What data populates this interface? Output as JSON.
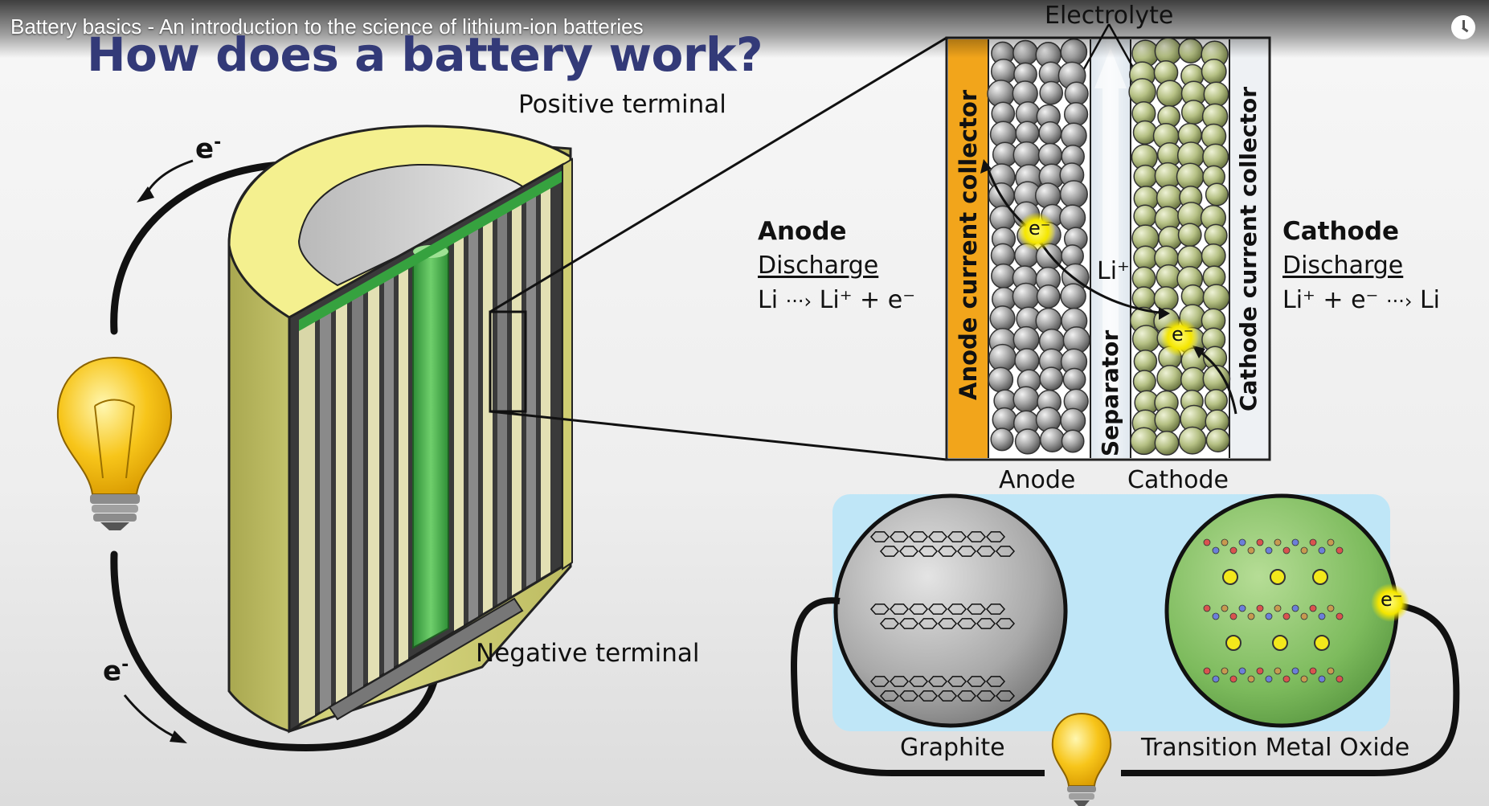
{
  "video": {
    "title": "Battery basics - An introduction to the science of lithium-ion batteries",
    "watch_later_icon": "clock-icon"
  },
  "slide": {
    "title": "How does a battery work?",
    "labels": {
      "positive_terminal": "Positive terminal",
      "negative_terminal": "Negative terminal",
      "electrolyte": "Electrolyte",
      "anode_heading": "Anode",
      "anode_discharge": "Discharge",
      "anode_equation_left": "Li",
      "anode_equation_right": "Li⁺ + e⁻",
      "cathode_heading": "Cathode",
      "cathode_discharge": "Discharge",
      "cathode_equation_left": "Li⁺ + e⁻",
      "cathode_equation_right": "Li",
      "anode_current_collector": "Anode current collector",
      "cathode_current_collector": "Cathode current collector",
      "separator": "Separator",
      "li_ion": "Li⁺",
      "electron_badge": "e⁻",
      "anode_bottom": "Anode",
      "cathode_bottom": "Cathode",
      "graphite": "Graphite",
      "transition_metal_oxide": "Transition Metal Oxide",
      "electron_top": "e",
      "electron_bottom": "e",
      "electron_sup": "-"
    },
    "colors": {
      "title": "#333a78",
      "anode_collector": "#f2a51b",
      "cathode_collector": "#e8ecf0",
      "graphite_particle": "#9a9a9a",
      "cathode_particle": "#b9c48a",
      "electron_glow": "#f5e400",
      "materials_panel": "#bfe6f7",
      "battery_shell": "#d6d57a",
      "battery_top": "#f3ef8e",
      "core_green": "#43b04a"
    }
  }
}
